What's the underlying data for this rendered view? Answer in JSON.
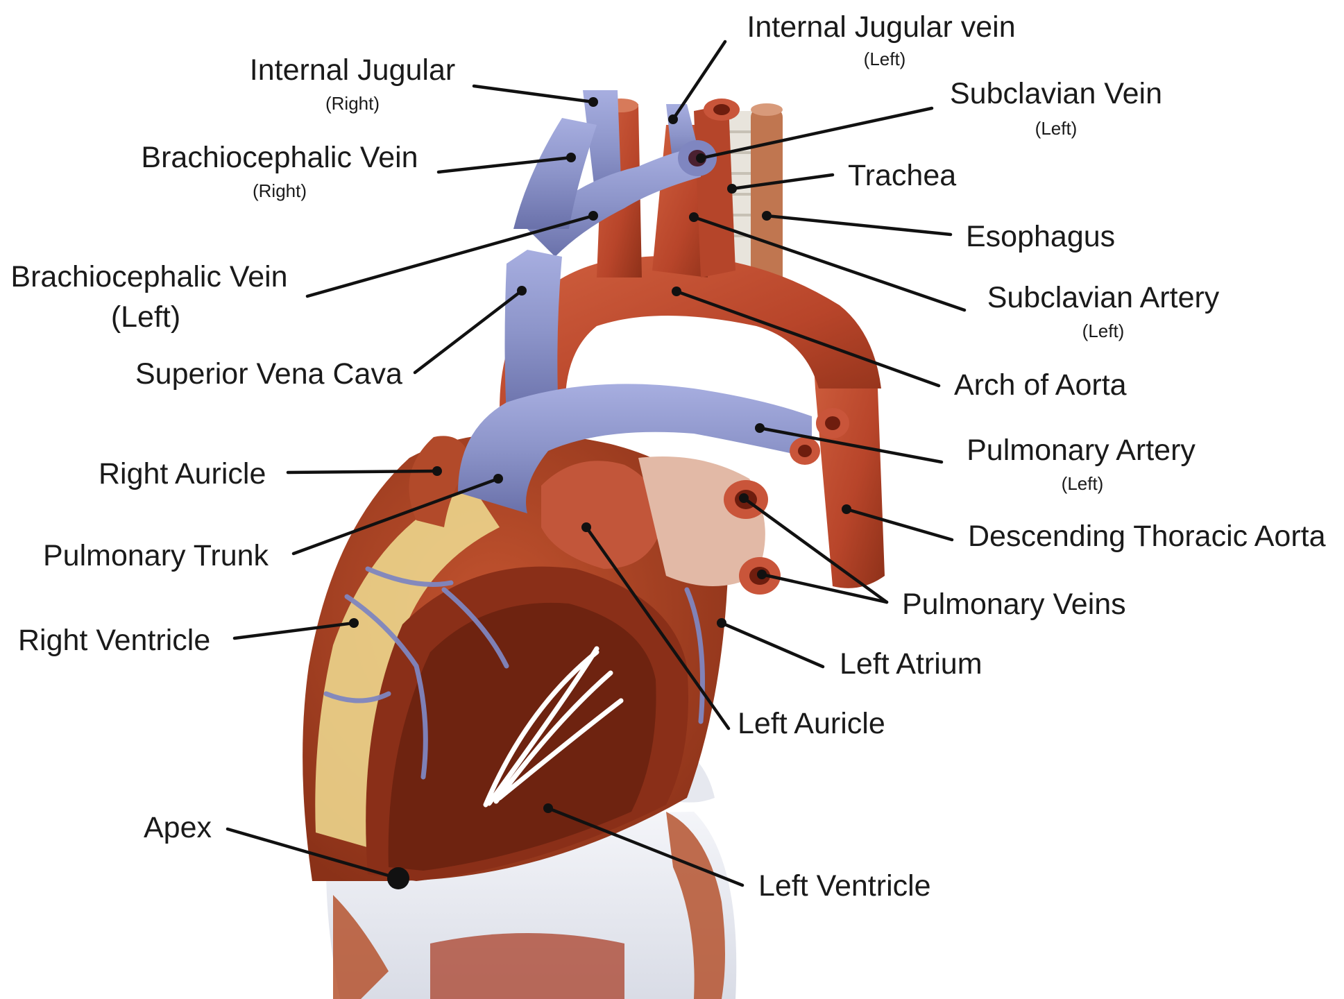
{
  "labels": {
    "internal_jugular_vein_left": {
      "name": "Internal Jugular vein",
      "side": "(Left)"
    },
    "internal_jugular_right": {
      "name": "Internal Jugular",
      "side": "(Right)"
    },
    "subclavian_vein_left": {
      "name": "Subclavian Vein",
      "side": "(Left)"
    },
    "brachiocephalic_vein_right": {
      "name": "Brachiocephalic Vein",
      "side": "(Right)"
    },
    "trachea": {
      "name": "Trachea"
    },
    "esophagus": {
      "name": "Esophagus"
    },
    "brachiocephalic_vein_left": {
      "name": "Brachiocephalic Vein",
      "side": "(Left)"
    },
    "subclavian_artery_left": {
      "name": "Subclavian Artery",
      "side": "(Left)"
    },
    "superior_vena_cava": {
      "name": "Superior Vena Cava"
    },
    "arch_of_aorta": {
      "name": "Arch of Aorta"
    },
    "pulmonary_artery_left": {
      "name": "Pulmonary Artery",
      "side": "(Left)"
    },
    "right_auricle": {
      "name": "Right Auricle"
    },
    "descending_thoracic_aorta": {
      "name": "Descending Thoracic Aorta"
    },
    "pulmonary_trunk": {
      "name": "Pulmonary Trunk"
    },
    "pulmonary_veins": {
      "name": "Pulmonary Veins"
    },
    "right_ventricle": {
      "name": "Right Ventricle"
    },
    "left_atrium": {
      "name": "Left Atrium"
    },
    "left_auricle": {
      "name": "Left Auricle"
    },
    "apex": {
      "name": "Apex"
    },
    "left_ventricle": {
      "name": "Left Ventricle"
    }
  },
  "colors": {
    "vein_blue": "#8c94c9",
    "artery_red": "#b8452a",
    "muscle": "#a23e22",
    "fat_yellow": "#ecd58c",
    "trachea": "#e8e4dc",
    "esophagus": "#c07650",
    "base_white": "#eef0f5",
    "leader": "#111111"
  }
}
